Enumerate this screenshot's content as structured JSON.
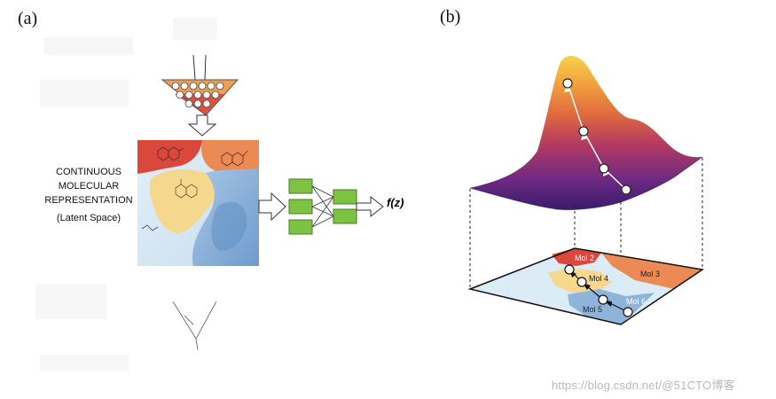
{
  "panel_a": {
    "label": "(a)",
    "latent_title_lines": [
      "CONTINUOUS",
      "MOLECULAR",
      "REPRESENTATION"
    ],
    "latent_subtitle": "(Latent Space)",
    "output_label": "f(z)",
    "region_colors": {
      "red": "#d9473d",
      "orange": "#ec8a55",
      "yellow": "#f5d88e",
      "lightblue": "#cde4f2",
      "blue": "#8fb4da",
      "green": "#7dc242"
    }
  },
  "panel_b": {
    "label": "(b)",
    "molecules": [
      "Mol 2",
      "Mol 3",
      "Mol 4",
      "Mol 5",
      "Mol 6"
    ]
  },
  "watermark": "https://blog.csdn.net/@51CTO博客"
}
